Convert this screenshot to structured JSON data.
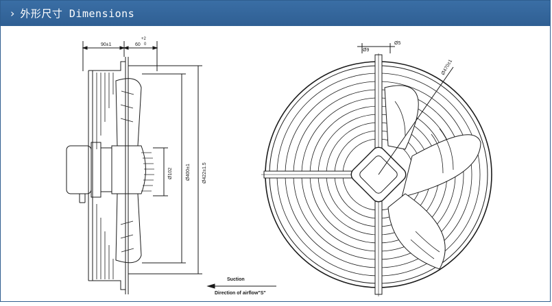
{
  "header": {
    "title": "外形尺寸 Dimensions",
    "chevron_icon": "chevron-right-icon"
  },
  "side_view": {
    "dim_top_left": "90±1",
    "dim_top_right": "60",
    "dim_tol_upper": "+2",
    "dim_tol_lower": "0",
    "dim_hub": "Ø102",
    "dim_blade": "Ø400±1",
    "dim_guard": "Ø422±1.5"
  },
  "front_view": {
    "dim_hole_left": "Ø9",
    "dim_hole_right": "Ø5",
    "dim_diag": "Ø470±1"
  },
  "airflow": {
    "suction_label": "Suction",
    "direction_label": "Direction of airflow\"S\""
  }
}
